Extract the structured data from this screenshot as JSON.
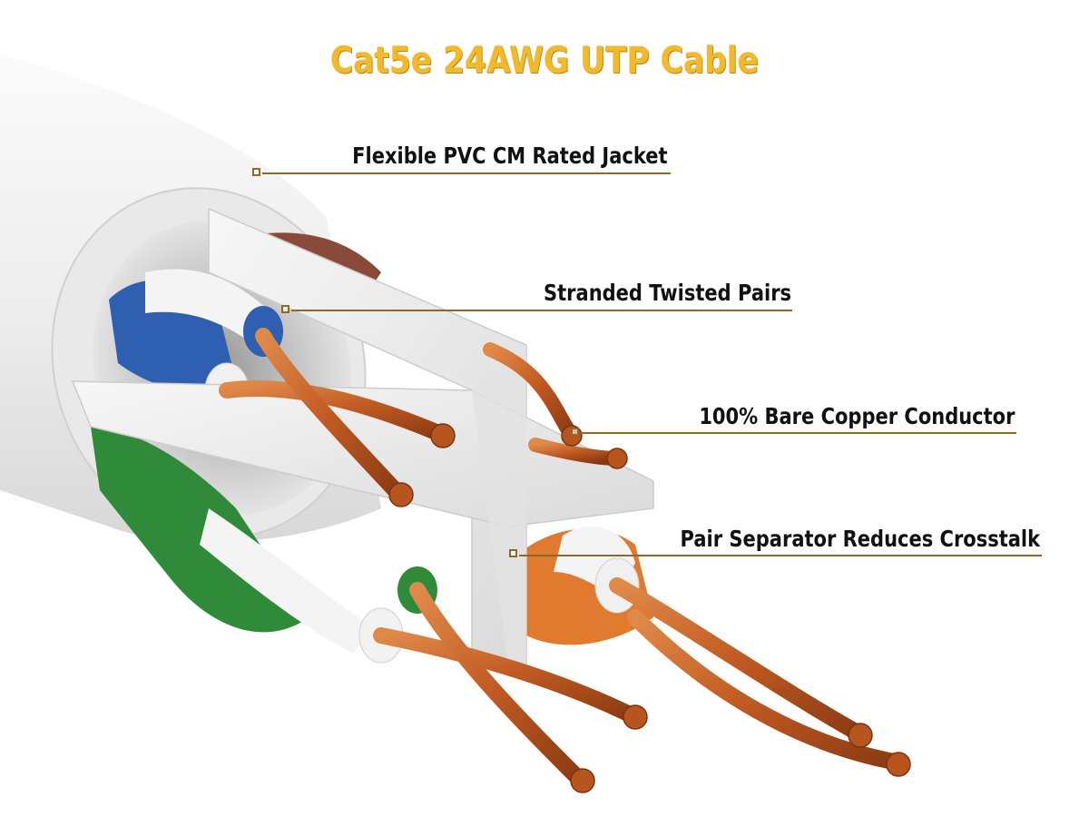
{
  "title": "Cat5e 24AWG UTP Cable",
  "callouts": [
    {
      "label": "Flexible PVC CM Rated Jacket"
    },
    {
      "label": "Stranded Twisted Pairs"
    },
    {
      "label": "100% Bare Copper Conductor"
    },
    {
      "label": "Pair Separator Reduces Crosstalk"
    }
  ],
  "colors": {
    "title": "#f2b92a",
    "callout_line": "#8a6a2a",
    "jacket": "#f1f1f0",
    "copper": "#c8642a",
    "blue_pair": "#2f5fb0",
    "green_pair": "#2f8a3a",
    "orange_pair": "#e07a2e",
    "brown_pair": "#8a4a3a"
  }
}
